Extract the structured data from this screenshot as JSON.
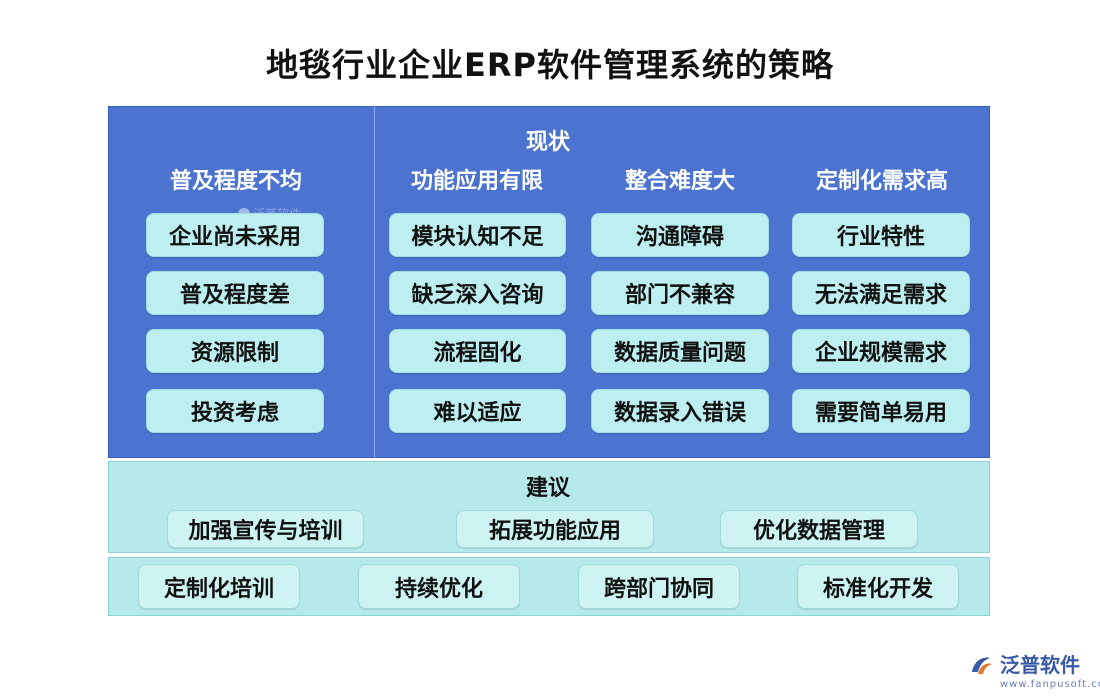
{
  "title": "地毯行业企业ERP软件管理系统的策略",
  "status": {
    "heading": "现状",
    "columns": [
      {
        "title": "普及程度不均",
        "items": [
          "企业尚未采用",
          "普及程度差",
          "资源限制",
          "投资考虑"
        ]
      },
      {
        "title": "功能应用有限",
        "items": [
          "模块认知不足",
          "缺乏深入咨询",
          "流程固化",
          "难以适应"
        ]
      },
      {
        "title": "整合难度大",
        "items": [
          "沟通障碍",
          "部门不兼容",
          "数据质量问题",
          "数据录入错误"
        ]
      },
      {
        "title": "定制化需求高",
        "items": [
          "行业特性",
          "无法满足需求",
          "企业规模需求",
          "需要简单易用"
        ]
      }
    ]
  },
  "suggestions": {
    "heading": "建议",
    "row1": [
      "加强宣传与培训",
      "拓展功能应用",
      "优化数据管理"
    ],
    "row2": [
      "定制化培训",
      "持续优化",
      "跨部门协同",
      "标准化开发"
    ]
  },
  "watermark": {
    "text": "泛普软件"
  },
  "logo": {
    "text": "泛普软件",
    "url": "www.fanpusoft.com"
  },
  "colors": {
    "panel_blue": "#4b73cf",
    "item_cyan": "#bdeef0",
    "suggest_bg": "#b6eaea"
  }
}
